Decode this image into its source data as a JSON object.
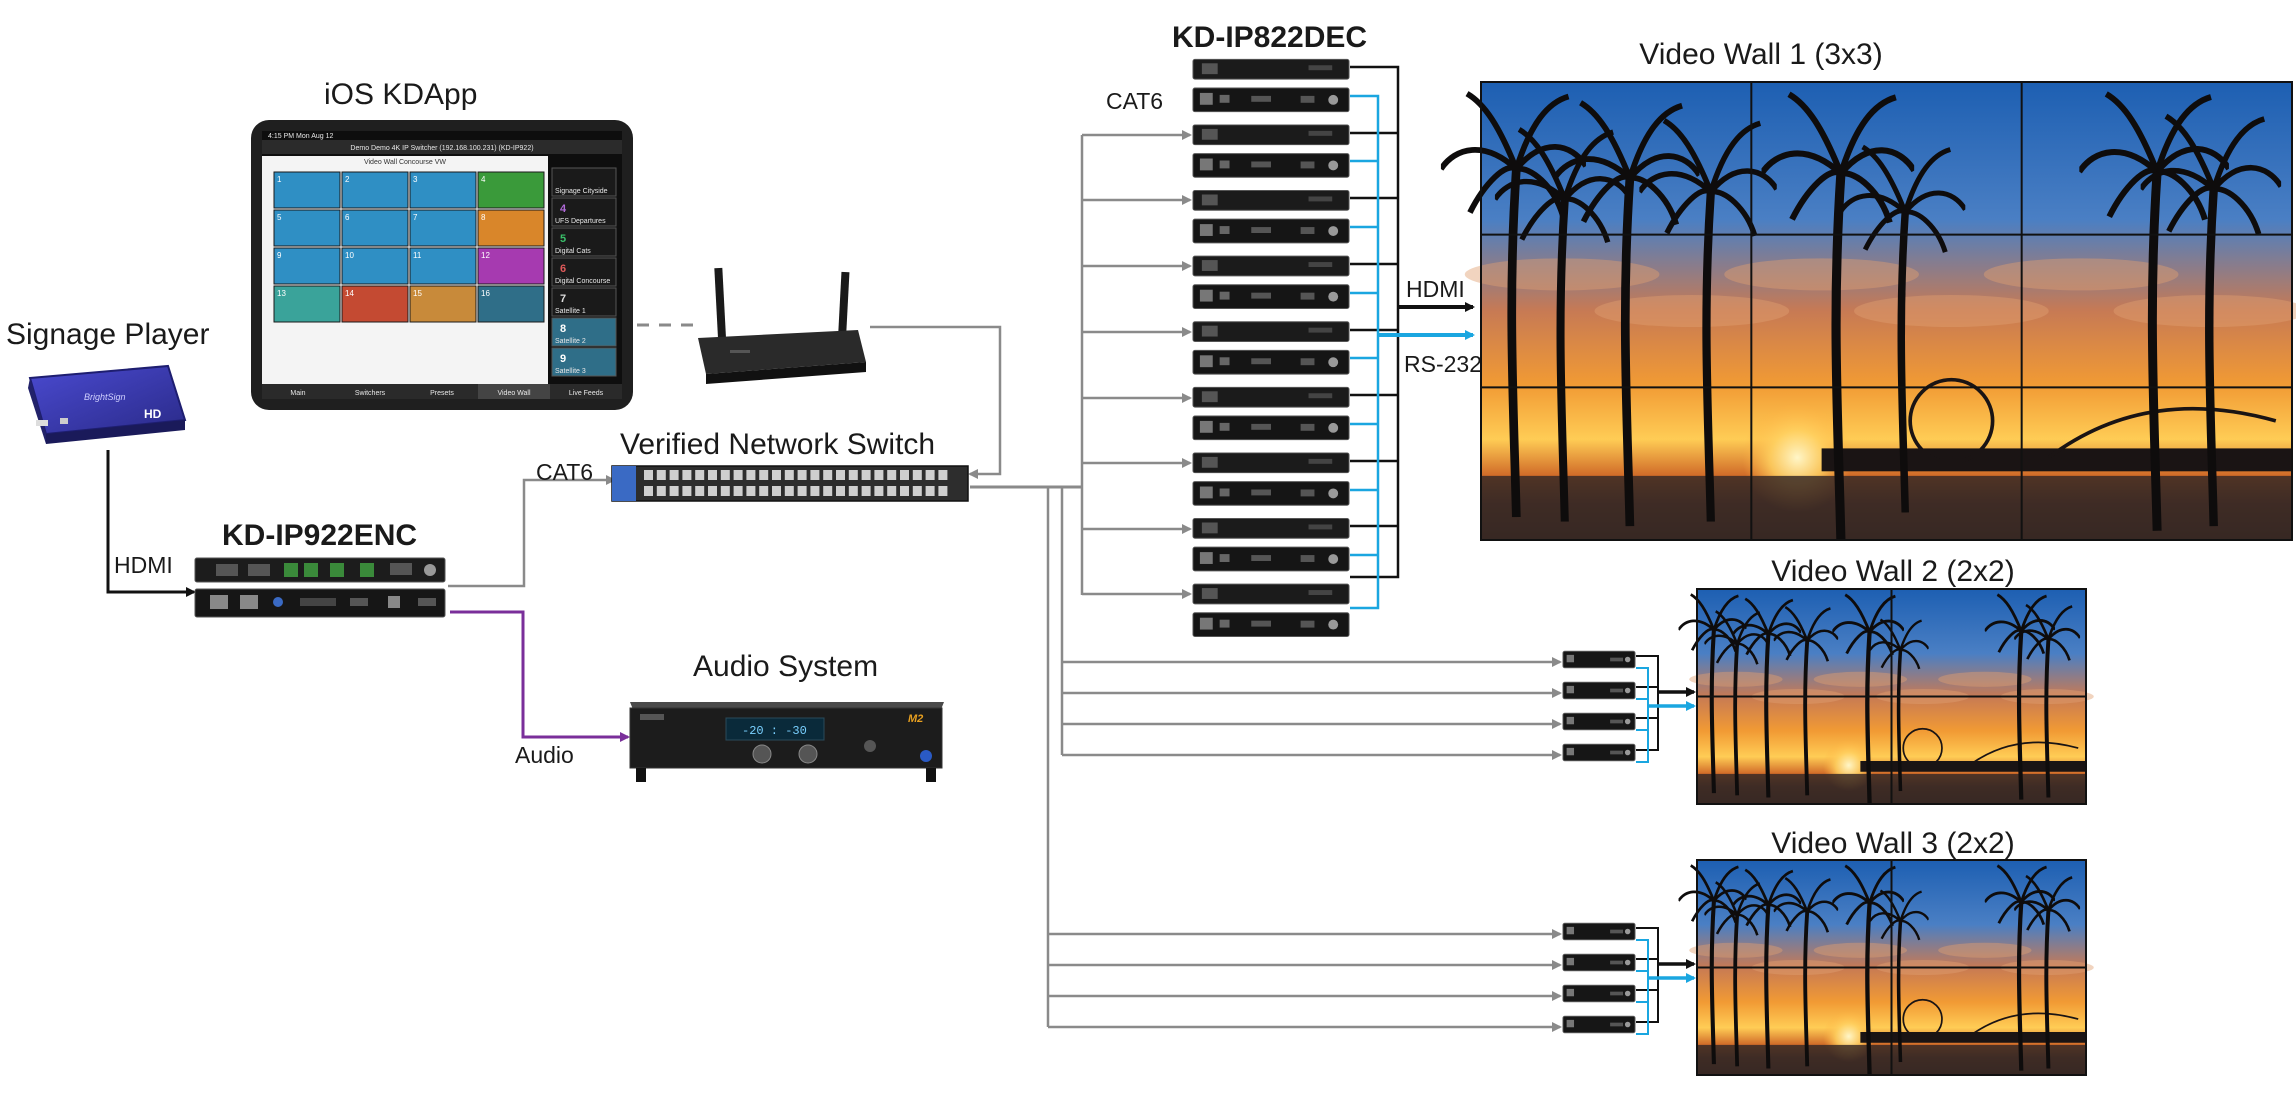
{
  "labels": {
    "signage_player": "Signage Player",
    "ios_app": "iOS KDApp",
    "encoder": "KD-IP922ENC",
    "decoder": "KD-IP822DEC",
    "switch": "Verified Network Switch",
    "audio_system": "Audio System",
    "wall1": "Video Wall 1 (3x3)",
    "wall2": "Video Wall 2 (2x2)",
    "wall3": "Video Wall 3 (2x2)",
    "hdmi_player": "HDMI",
    "hdmi_wall": "HDMI",
    "rs232": "RS-232",
    "cat6_enc": "CAT6",
    "cat6_dec": "CAT6",
    "audio": "Audio"
  },
  "app": {
    "title": "Demo Demo 4K IP Switcher (192.168.100.231) (KD-IP922)",
    "subtitle": "Video Wall Concourse VW",
    "status_left": "4:15 PM  Mon Aug 12",
    "grid_numbers": [
      "1",
      "2",
      "3",
      "4",
      "5",
      "6",
      "7",
      "8",
      "9",
      "10",
      "11",
      "12",
      "13",
      "14",
      "15",
      "16"
    ],
    "sources": [
      {
        "num": "",
        "name": "Signage Cityside"
      },
      {
        "num": "4",
        "name": "UFS Departures"
      },
      {
        "num": "5",
        "name": "Digital Cats"
      },
      {
        "num": "6",
        "name": "Digital Concourse"
      },
      {
        "num": "7",
        "name": "Satellite 1"
      },
      {
        "num": "8",
        "name": "Satellite 2"
      },
      {
        "num": "9",
        "name": "Satellite 3"
      }
    ],
    "tabs": [
      "Main",
      "Switchers",
      "Presets",
      "Video Wall",
      "Live Feeds"
    ]
  },
  "colors": {
    "line_gray": "#8a8a8a",
    "line_black": "#111111",
    "line_cyan": "#1aa6e0",
    "line_purple": "#7a2f9a",
    "tile_blue": "#2f8fc4",
    "tile_green": "#3a9a3a",
    "tile_orange": "#d9862a",
    "tile_purple": "#a63ab0",
    "tile_teal": "#3aa39a",
    "tile_red": "#c44a32",
    "tile_amber": "#c88a3a",
    "tile_slate": "#2f6e88"
  },
  "icons": {
    "player": "signage-player-icon",
    "router": "wifi-router-icon",
    "switch": "network-switch-icon",
    "amp": "audio-amplifier-icon",
    "encoder": "encoder-device-icon",
    "decoder": "decoder-device-icon"
  }
}
